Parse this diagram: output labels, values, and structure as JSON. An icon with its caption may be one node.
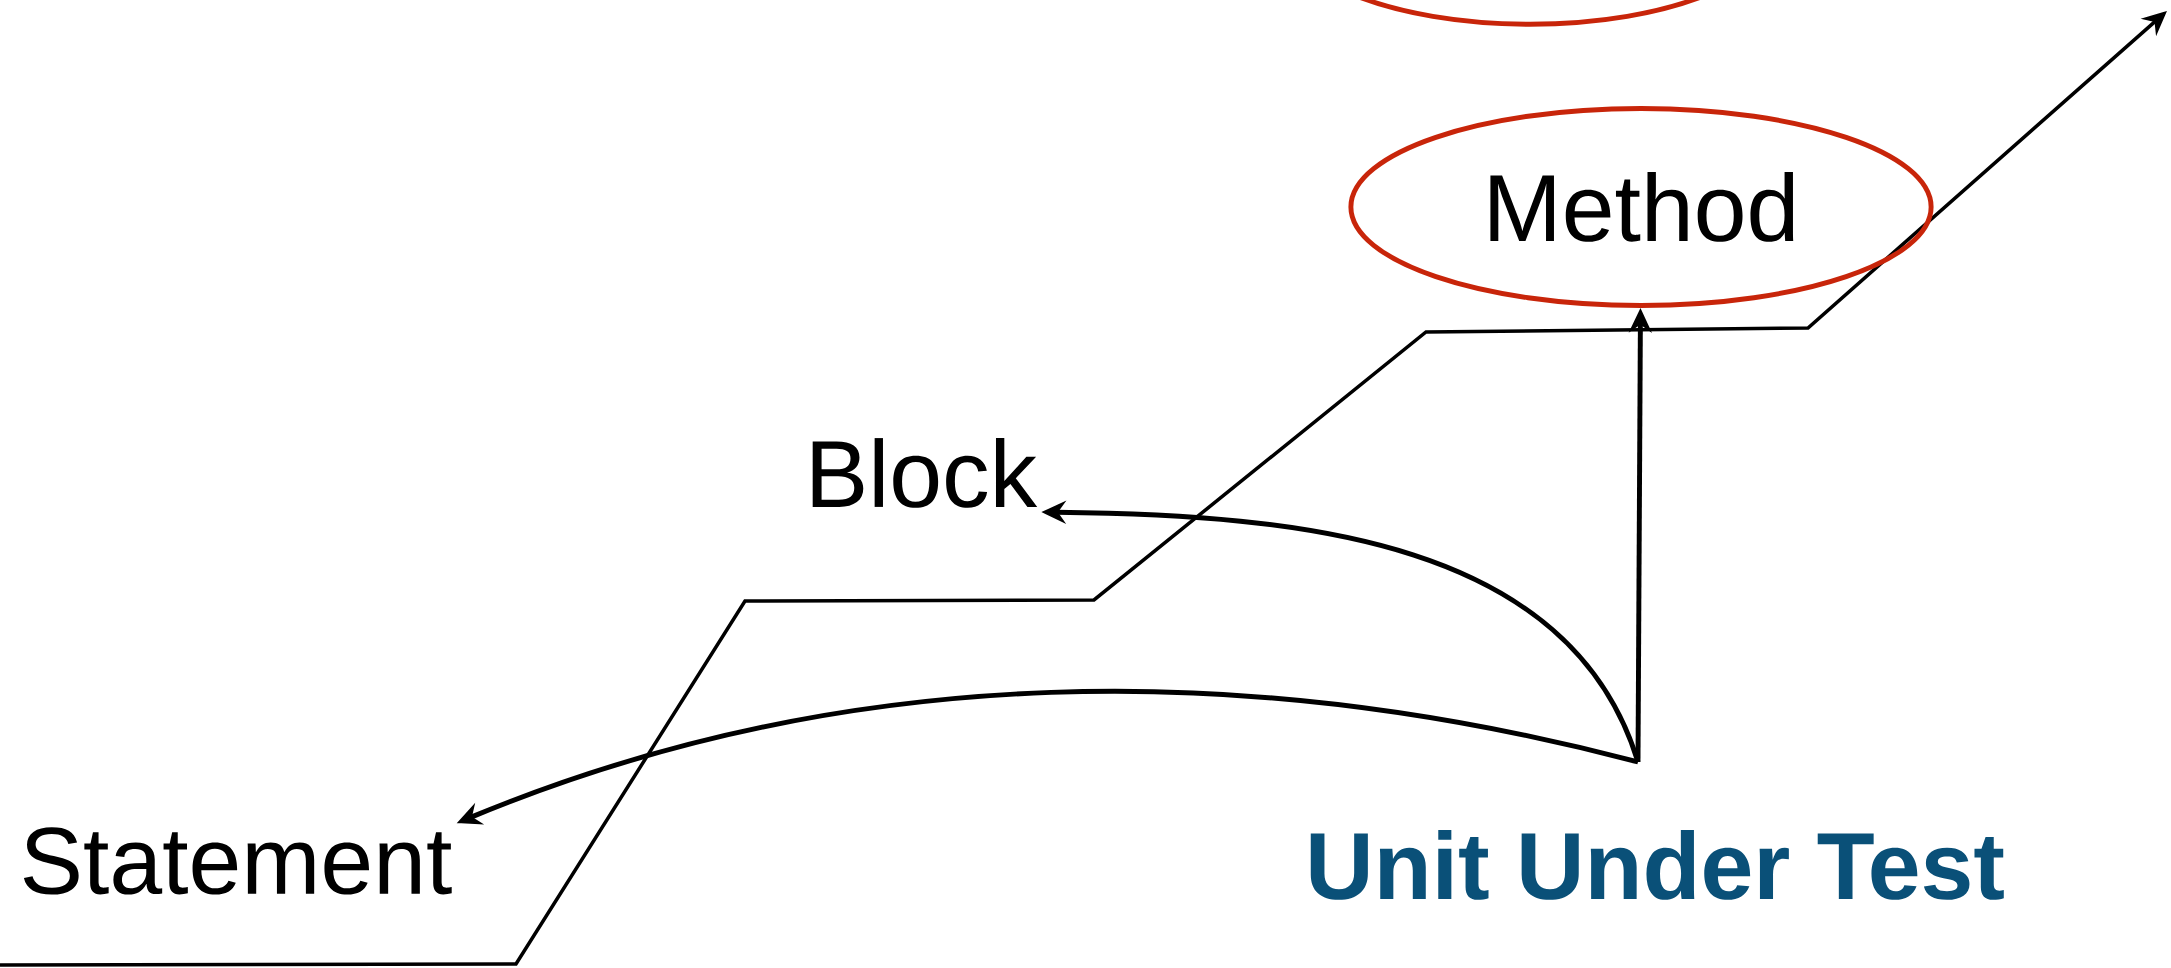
{
  "diagram": {
    "nodes": [
      {
        "text": [],
        "shape": "ellipse"
      },
      {
        "text": [
          "Method"
        ]
      },
      {
        "text": [
          "Block"
        ]
      },
      {
        "text": [
          "Statement"
        ]
      }
    ],
    "edges": [
      {
        "from": null,
        "to": 3,
        "arrow": "to"
      },
      {
        "from": null,
        "to": 2,
        "arrow": "to"
      },
      {
        "from": null,
        "to": 1,
        "arrow": "to"
      }
    ],
    "labels": [
      "Unit Under Test"
    ]
  }
}
